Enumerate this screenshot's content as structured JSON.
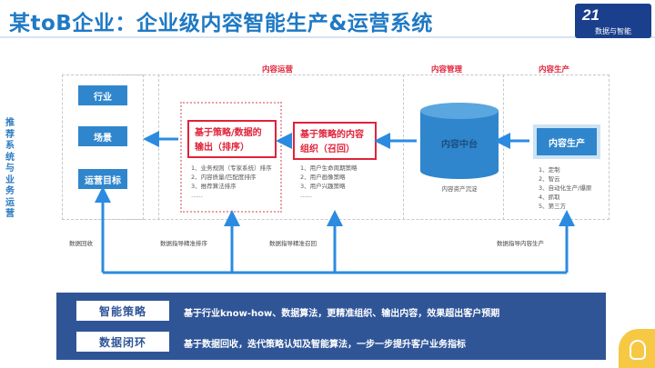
{
  "title": "某toB企业：企业级内容智能生产&运营系统",
  "logo": {
    "mark": "21",
    "sub": "数据与智能"
  },
  "side_label": "推荐系统与业务运营",
  "sections": {
    "ops": "内容运营",
    "mgmt": "内容管理",
    "prod": "内容生产"
  },
  "left_boxes": [
    "行业",
    "场景",
    "运营目标"
  ],
  "strategy_output": {
    "title": "基于策略/数据的输出（排序）",
    "items": [
      "1、业务规则（专家系统）排序",
      "2、内容质量/匹配度排序",
      "3、推荐算法排序",
      "……"
    ]
  },
  "strategy_org": {
    "title": "基于策略的内容组织（召回）",
    "items": [
      "1、用户生命周期策略",
      "2、用户画像策略",
      "3、用户兴趣策略",
      "……"
    ]
  },
  "content_hub": {
    "label": "内容中台",
    "caption": "内容资产沉淀"
  },
  "production": {
    "label": "内容生产",
    "items": [
      "1、定制",
      "2、智云",
      "3、自动化生产/爆原",
      "4、抓取",
      "5、第三方"
    ]
  },
  "flow_labels": [
    "数据回收",
    "数据指导精准排序",
    "数据指导精准召回",
    "数据指导内容生产"
  ],
  "summary": [
    {
      "tag": "智能策略",
      "text": "基于行业know-how、数据算法，更精准组织、输出内容，效果超出客户预期"
    },
    {
      "tag": "数据闭环",
      "text": "基于数据回收，迭代策略认知及智能算法，一步一步提升客户业务指标"
    }
  ],
  "colors": {
    "title": "#1f79c4",
    "accent_blue": "#2f86cc",
    "accent_red": "#e0233a",
    "band": "#2f5597",
    "flow_line": "#2b8be0"
  }
}
